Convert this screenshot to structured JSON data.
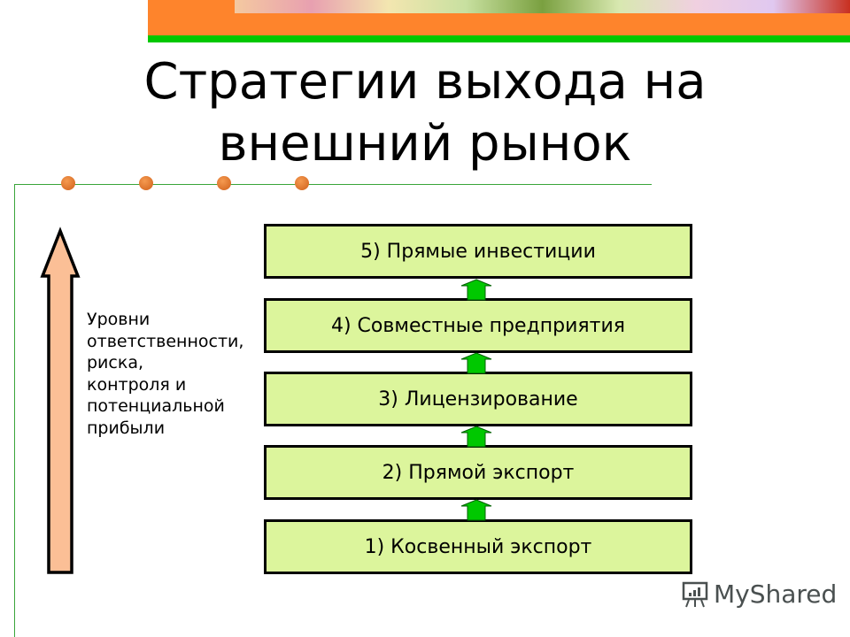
{
  "title": "Стратегии выхода на внешний рынок",
  "side_label": "Уровни\nответственности,\nриска,\nконтроля и\nпотенциальной\nприбыли",
  "steps": [
    "5) Прямые инвестиции",
    "4) Совместные предприятия",
    "3)  Лицензирование",
    "2) Прямой экспорт",
    "1) Косвенный экспорт"
  ],
  "watermark": "MyShared",
  "colors": {
    "box_fill": "#dcf59c",
    "connector_arrow": "#00c800",
    "big_arrow": "#fbbf96",
    "accent_orange": "#fe842c",
    "accent_green": "#00c800"
  }
}
